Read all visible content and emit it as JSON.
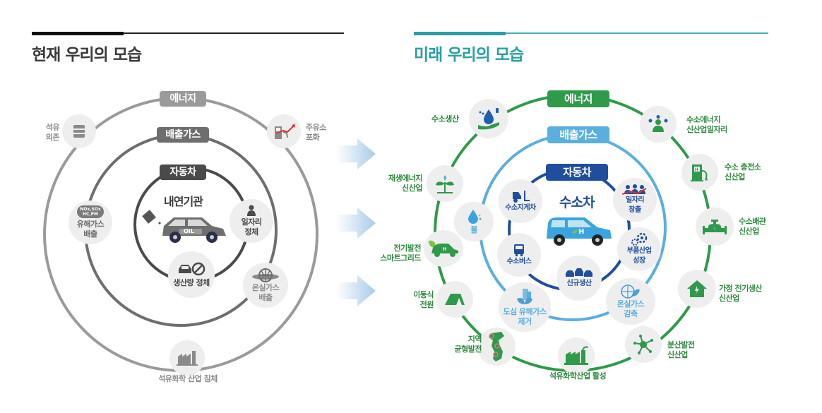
{
  "current": {
    "title": "현재 우리의 모습",
    "rings": {
      "outer": "에너지",
      "middle": "배출가스",
      "inner": "자동차"
    },
    "center": {
      "title": "내연기관",
      "car_badge": "OIL"
    },
    "outer_items": [
      {
        "label_l1": "석유",
        "label_l2": "의존",
        "icon": "oil-barrel-icon"
      },
      {
        "label_l1": "주유소",
        "label_l2": "포화",
        "icon": "gas-station-rising-icon"
      },
      {
        "label_l1": "석유화학 산업 침체",
        "label_l2": "",
        "icon": "factory-icon"
      }
    ],
    "middle_items": [
      {
        "label_l1": "유해가스",
        "label_l2": "배출",
        "icon": "pollution-cloud-icon",
        "cloud_text_l1": "NOx,SOx",
        "cloud_text_l2": "HC,PM"
      },
      {
        "label_l1": "온실가스",
        "label_l2": "배출",
        "icon": "globe-smog-icon"
      }
    ],
    "inner_items": [
      {
        "label_l1": "일자리",
        "label_l2": "정체",
        "icon": "person-icon"
      },
      {
        "label_l1": "생산량 정체",
        "label_l2": "",
        "icon": "car-prohibited-icon"
      }
    ],
    "colors": {
      "title": "#3a3a3a",
      "outer_ring": "#9a9a9a",
      "middle_ring": "#6e6e6e",
      "inner_ring": "#4a4a4a"
    }
  },
  "future": {
    "title": "미래 우리의 모습",
    "rings": {
      "outer": "에너지",
      "middle": "배출가스",
      "inner": "자동차"
    },
    "center": {
      "title": "수소차",
      "car_badge": "H"
    },
    "outer_items": [
      {
        "label_l1": "수소생산",
        "label_l2": "",
        "icon": "hydrogen-production-icon"
      },
      {
        "label_l1": "수소에너지",
        "label_l2": "신산업일자리",
        "icon": "people-network-icon"
      },
      {
        "label_l1": "재생에너지",
        "label_l2": "신산업",
        "icon": "wind-turbine-icon"
      },
      {
        "label_l1": "수소 충전소",
        "label_l2": "신산업",
        "icon": "charging-station-icon"
      },
      {
        "label_l1": "전기발전",
        "label_l2": "스마트그리드",
        "icon": "hydrogen-car-leaf-icon"
      },
      {
        "label_l1": "수소배관",
        "label_l2": "신산업",
        "icon": "pipeline-valve-icon"
      },
      {
        "label_l1": "이동식",
        "label_l2": "전원",
        "icon": "tent-icon"
      },
      {
        "label_l1": "가정 전기생산",
        "label_l2": "신산업",
        "icon": "house-power-icon"
      },
      {
        "label_l1": "지역",
        "label_l2": "균형발전",
        "icon": "korea-map-icon"
      },
      {
        "label_l1": "분산발전",
        "label_l2": "신산업",
        "icon": "distributed-network-icon"
      },
      {
        "label_l1": "석유화학산업 활성",
        "label_l2": "",
        "icon": "factory-icon"
      }
    ],
    "middle_items": [
      {
        "label_l1": "물",
        "label_l2": "",
        "icon": "water-drop-icon"
      },
      {
        "label_l1": "도심 유해가스",
        "label_l2": "제거",
        "icon": "city-leaf-icon"
      },
      {
        "label_l1": "온실가스",
        "label_l2": "감축",
        "icon": "globe-leaf-icon"
      }
    ],
    "inner_items": [
      {
        "label_l1": "수소지게차",
        "label_l2": "",
        "icon": "forklift-icon"
      },
      {
        "label_l1": "일자리",
        "label_l2": "창출",
        "icon": "people-growth-icon"
      },
      {
        "label_l1": "수소버스",
        "label_l2": "",
        "icon": "bus-icon"
      },
      {
        "label_l1": "부품산업",
        "label_l2": "성장",
        "icon": "gears-icon"
      },
      {
        "label_l1": "신규생산",
        "label_l2": "",
        "icon": "cars-icon"
      }
    ],
    "colors": {
      "title": "#2a9fa3",
      "outer_ring": "#2e9a4a",
      "middle_ring": "#5aaee0",
      "inner_ring": "#1f4e9c",
      "outer_text": "#2e8a3e",
      "inner_text": "#1f4e9c",
      "middle_text": "#5aaee0"
    }
  },
  "transition_arrows": [
    {
      "icon": "right-arrow-icon"
    },
    {
      "icon": "right-arrow-icon"
    },
    {
      "icon": "right-arrow-icon"
    }
  ]
}
